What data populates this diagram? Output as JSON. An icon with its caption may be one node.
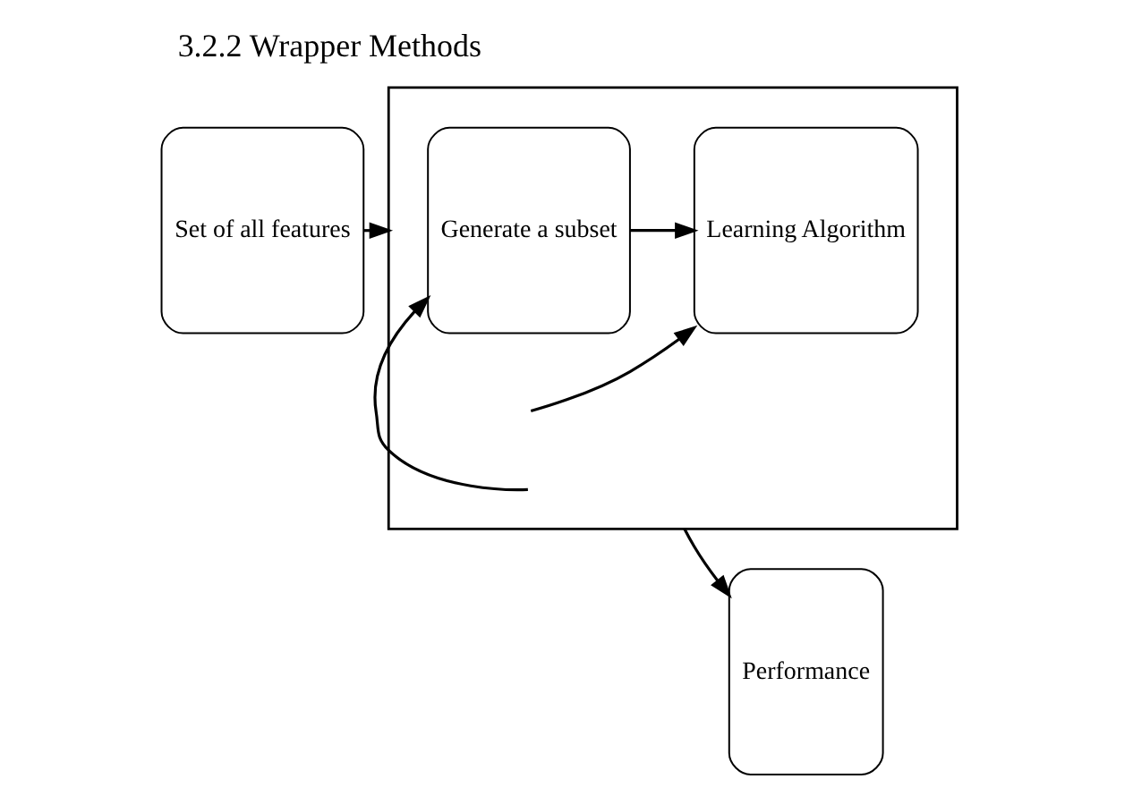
{
  "diagram": {
    "title": "3.2.2 Wrapper Methods",
    "nodes": [
      {
        "text": [
          "Set of all features"
        ]
      },
      {
        "text": [],
        "shape": "box"
      },
      {
        "text": [
          "Generate a subset"
        ],
        "in": 1
      },
      {
        "text": [
          "Learning Algorithm"
        ],
        "in": 1
      },
      {
        "text": [
          "Performance"
        ]
      }
    ],
    "edges": [
      {
        "from": 0,
        "to": 1,
        "arrow": "to"
      },
      {
        "from": null,
        "to": 3,
        "arrow": "to"
      },
      {
        "from": 2,
        "to": 3,
        "arrow": "to"
      },
      {
        "from": 1,
        "to": 4,
        "arrow": "to"
      },
      {
        "from": null,
        "to": 2,
        "arrow": "to"
      }
    ]
  }
}
